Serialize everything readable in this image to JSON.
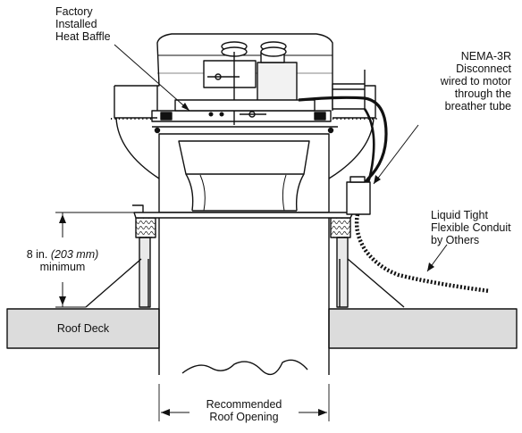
{
  "labels": {
    "heat_baffle": [
      "Factory",
      "Installed",
      "Heat Baffle"
    ],
    "disconnect": [
      "NEMA-3R",
      "Disconnect",
      "wired to motor",
      "through the",
      "breather tube"
    ],
    "conduit": [
      "Liquid Tight",
      "Flexible Conduit",
      "by Others"
    ],
    "curb_height_value": "8 in.",
    "curb_height_metric": "(203 mm)",
    "curb_height_note": "minimum",
    "roof_deck": "Roof Deck",
    "roof_opening": [
      "Recommended",
      "Roof Opening"
    ]
  },
  "colors": {
    "line": "#111111",
    "deck_fill": "#dcdcdc",
    "curb_fill": "#e9e9e9",
    "motor_fill": "#f2f2f2"
  }
}
